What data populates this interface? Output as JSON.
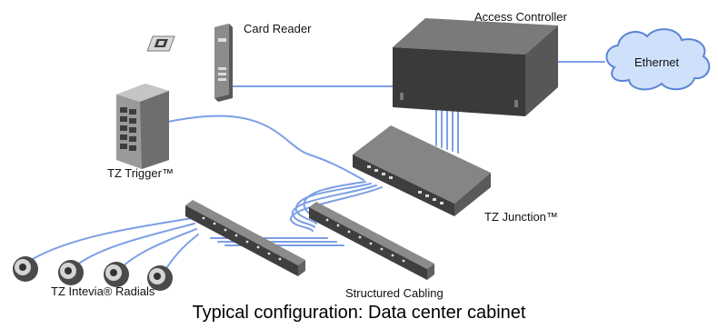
{
  "labels": {
    "card_reader": "Card Reader",
    "access_controller": "Access Controller",
    "ethernet": "Ethernet",
    "tz_trigger": "TZ Trigger™",
    "tz_junction": "TZ Junction™",
    "tz_radials": "TZ Intevia® Radials",
    "structured_cabling": "Structured Cabling"
  },
  "caption": "Typical configuration: Data center cabinet",
  "colors": {
    "cable": "#7b9fe6",
    "cloud_fill": "#cfe1fa",
    "cloud_stroke": "#5b84d6",
    "device_dark": "#3e3e3e",
    "device_mid": "#6a6a6a",
    "device_light": "#a9a9a9"
  },
  "icons": {
    "card": "access-card-icon",
    "reader": "card-reader-icon",
    "controller": "access-controller-icon",
    "cloud": "ethernet-cloud-icon",
    "trigger": "tz-trigger-icon",
    "junction": "tz-junction-switch-icon",
    "panels": "patch-panel-icon",
    "sensors": "radial-sensor-icon"
  }
}
